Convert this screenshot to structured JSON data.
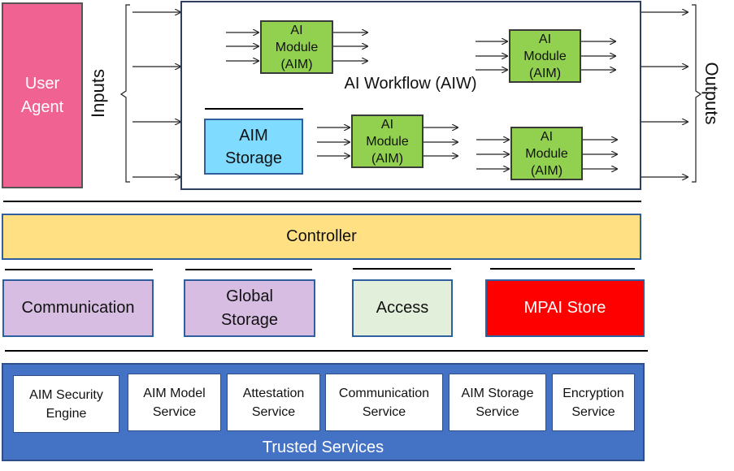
{
  "user_agent": {
    "label": "User\nAgent"
  },
  "inputs_label": "Inputs",
  "outputs_label": "Outputs",
  "workflow": {
    "title": "AI Workflow (AIW)",
    "modules": [
      {
        "label": "AI\nModule\n(AIM)"
      },
      {
        "label": "AI\nModule\n(AIM)"
      },
      {
        "label": "AI\nModule\n(AIM)"
      },
      {
        "label": "AI\nModule\n(AIM)"
      }
    ],
    "storage": {
      "label": "AIM\nStorage"
    }
  },
  "controller": {
    "label": "Controller"
  },
  "components": {
    "communication": "Communication",
    "global_storage": "Global\nStorage",
    "access": "Access",
    "mpai_store": "MPAI Store"
  },
  "trusted_services": {
    "title": "Trusted Services",
    "items": [
      "AIM Security\nEngine",
      "AIM Model\nService",
      "Attestation\nService",
      "Communication\nService",
      "AIM Storage\nService",
      "Encryption\nService"
    ]
  },
  "colors": {
    "user_agent": "#f06292",
    "aim": "#92d050",
    "aim_storage": "#7fdbff",
    "controller": "#ffe082",
    "communication": "#d7bde2",
    "global_storage": "#d7bde2",
    "access": "#e2efda",
    "mpai_store": "#ff0000",
    "trusted_services": "#4472c4"
  }
}
